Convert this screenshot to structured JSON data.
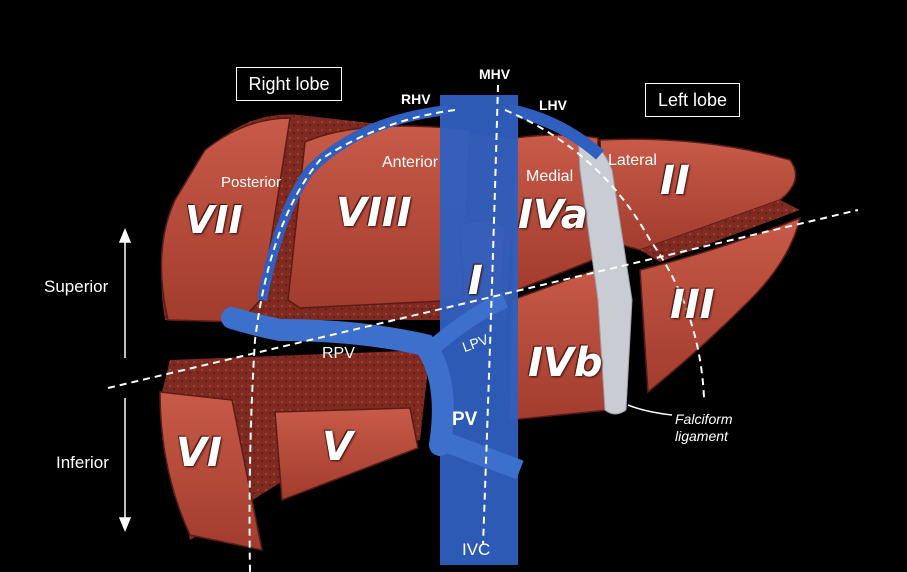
{
  "lobes": {
    "right": "Right lobe",
    "left": "Left lobe"
  },
  "veins": {
    "rhv": "RHV",
    "mhv": "MHV",
    "lhv": "LHV",
    "rpv": "RPV",
    "lpv": "LPV",
    "pv": "PV",
    "ivc": "IVC"
  },
  "sectors": {
    "posterior": "Posterior",
    "anterior": "Anterior",
    "medial": "Medial",
    "lateral": "Lateral"
  },
  "segments": {
    "s1": "I",
    "s2": "II",
    "s3": "III",
    "s4a": "IVa",
    "s4b": "IVb",
    "s5": "V",
    "s6": "VI",
    "s7": "VII",
    "s8": "VIII"
  },
  "axis": {
    "superior": "Superior",
    "inferior": "Inferior"
  },
  "ligament": {
    "line1": "Falciform",
    "line2": "ligament"
  },
  "colors": {
    "liver": "#b64a3a",
    "liver_dark": "#8a2e22",
    "vessel": "#2f5fbf",
    "background": "#000000"
  }
}
